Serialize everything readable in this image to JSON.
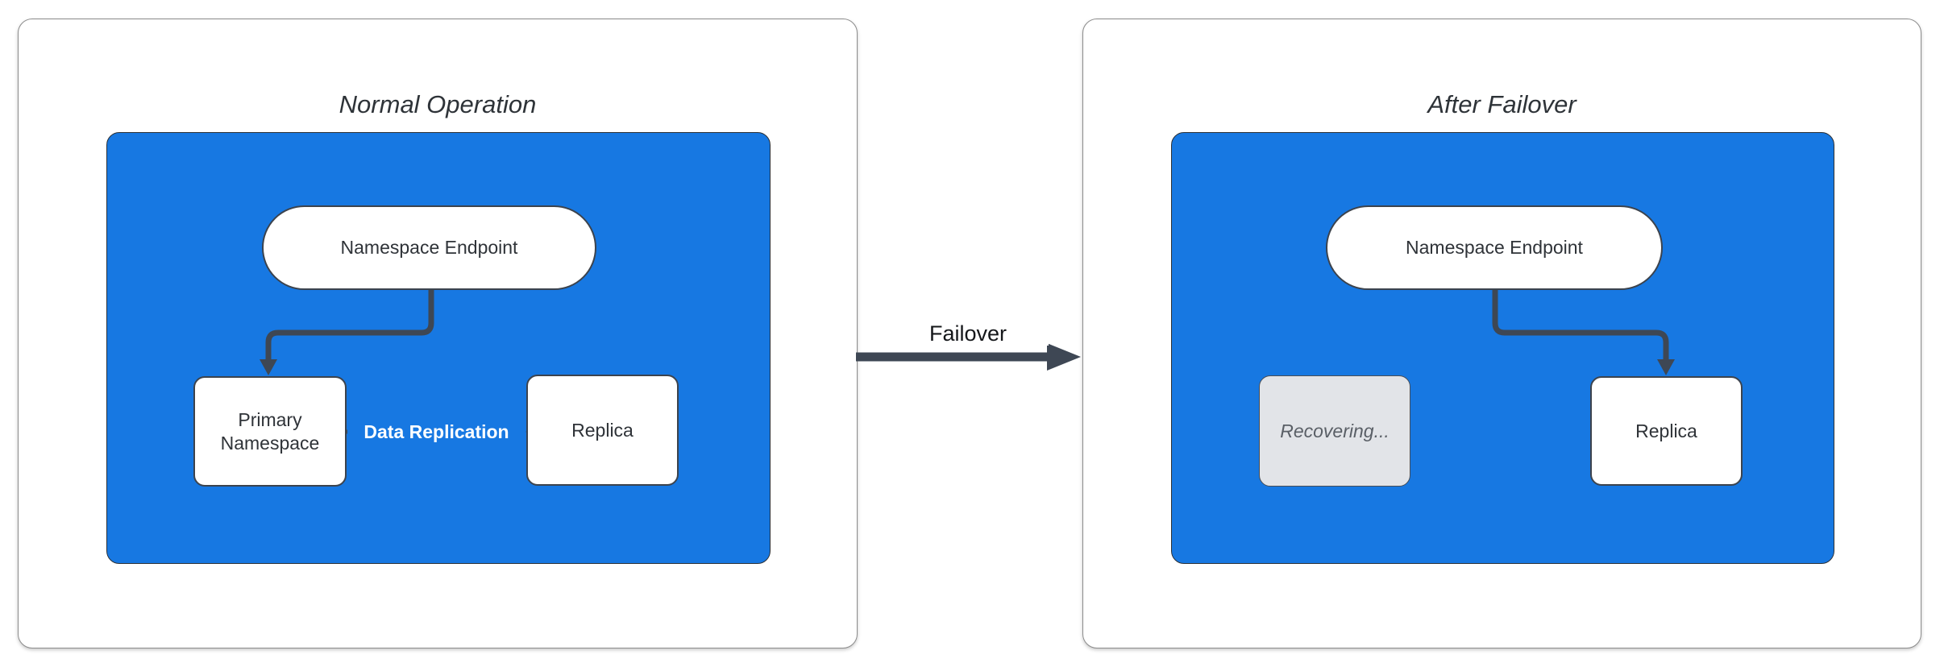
{
  "colors": {
    "container-blue": "#1778E2",
    "connector": "#3E4754",
    "panel-border": "#8C8C8C",
    "cluster-border": "#2B3036",
    "node-border": "#3C434D",
    "title-text": "#2E3338",
    "node-text": "#2F3338",
    "muted-text": "#5A5F66",
    "recovering-fill": "#E2E4E8",
    "recovering-border": "#474D56",
    "replication-label": "#FFFFFF",
    "failover-label": "#15171A"
  },
  "left_panel": {
    "title": "Normal Operation",
    "endpoint_label": "Namespace Endpoint",
    "primary_label": "Primary Namespace",
    "replica_label": "Replica",
    "replication_arrow_label": "Data Replication"
  },
  "failover": {
    "label": "Failover"
  },
  "right_panel": {
    "title": "After Failover",
    "endpoint_label": "Namespace Endpoint",
    "recovering_label": "Recovering...",
    "replica_label": "Replica"
  }
}
